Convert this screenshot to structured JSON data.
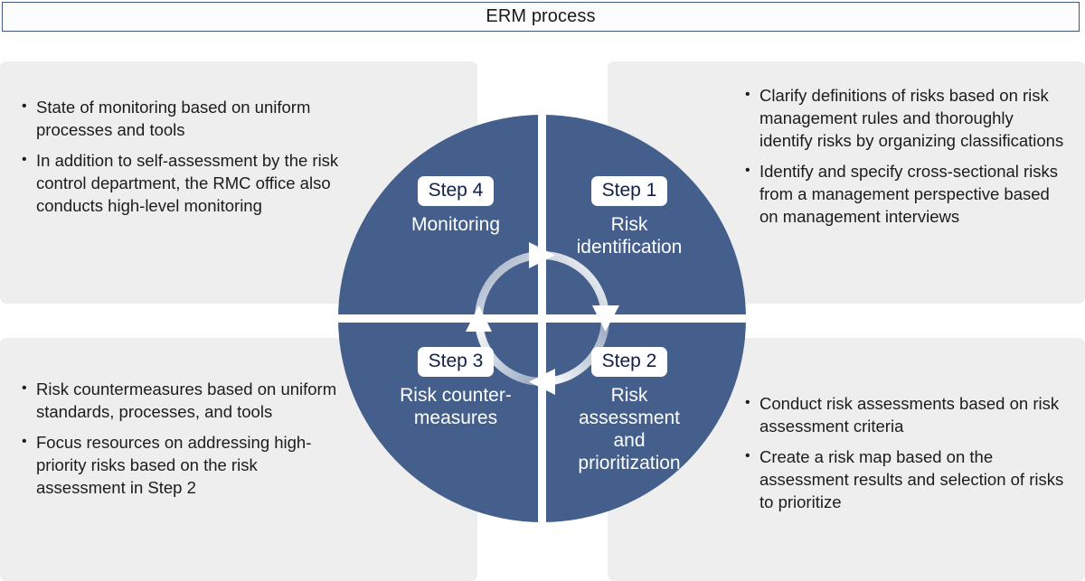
{
  "header": {
    "title": "ERM process"
  },
  "colors": {
    "wheel_fill": "#445f8c",
    "panel_bg": "#eeeeee",
    "header_border": "#3d5a80",
    "pill_bg": "#ffffff",
    "pill_text": "#10204a",
    "arrow_ring": "#ffffff",
    "page_bg": "#ffffff"
  },
  "wheel": {
    "quadrants": [
      {
        "id": "step-1",
        "step_label": "Step 1",
        "title": "Risk\nidentification",
        "position": "top-right"
      },
      {
        "id": "step-2",
        "step_label": "Step 2",
        "title": "Risk\nassessment\nand\nprioritization",
        "position": "bottom-right"
      },
      {
        "id": "step-3",
        "step_label": "Step 3",
        "title": "Risk counter-\nmeasures",
        "position": "bottom-left"
      },
      {
        "id": "step-4",
        "step_label": "Step 4",
        "title": "Monitoring",
        "position": "top-left"
      }
    ],
    "center_icon": "clockwise-cycle-arrow-icon"
  },
  "panels": {
    "top_left": {
      "id": "panel-step-4",
      "bullets": [
        "State of monitoring based on uniform processes and tools",
        "In addition to self-assessment by the risk control department, the RMC office also conducts high-level monitoring"
      ]
    },
    "top_right": {
      "id": "panel-step-1",
      "bullets": [
        "Clarify definitions of risks based on risk management rules and thoroughly identify risks by organizing classifications",
        "Identify and specify cross-sectional risks from a management perspective based on management interviews"
      ]
    },
    "bottom_left": {
      "id": "panel-step-3",
      "bullets": [
        "Risk countermeasures based on uniform standards, processes, and tools",
        "Focus resources on addressing high-priority risks based on the risk assessment in Step 2"
      ]
    },
    "bottom_right": {
      "id": "panel-step-2",
      "bullets": [
        "Conduct risk assessments based on risk assessment criteria",
        "Create a risk map based on the assessment results and selection of risks to prioritize"
      ]
    }
  }
}
